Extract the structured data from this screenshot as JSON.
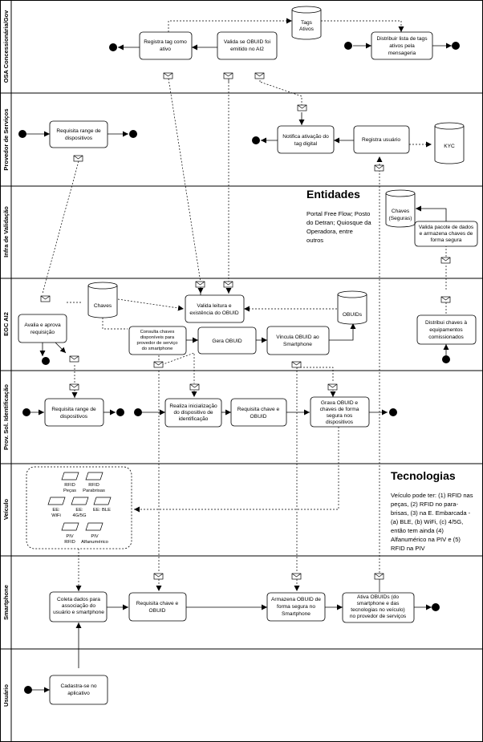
{
  "lanes": [
    {
      "id": "osa",
      "label": "OSA Concessionária/Gov"
    },
    {
      "id": "ps",
      "label": "Provedor de Serviços"
    },
    {
      "id": "iv",
      "label": "Infra de Validação"
    },
    {
      "id": "egc",
      "label": "EGC AI2"
    },
    {
      "id": "psi",
      "label": "Prov. Sol. Identificação"
    },
    {
      "id": "vei",
      "label": "Veículo"
    },
    {
      "id": "sp",
      "label": "Smartphone"
    },
    {
      "id": "us",
      "label": "Usuário"
    }
  ],
  "boxes": {
    "osa_registra": [
      "Registra tag como",
      "ativo"
    ],
    "osa_valida": [
      "Valida se OBUID foi",
      "emitido no AI2"
    ],
    "osa_distribuir": [
      "Distribuir lista de tags",
      "ativos pela",
      "mensageria"
    ],
    "ps_requisita": [
      "Requisita range de",
      "dispositivos"
    ],
    "ps_notifica": [
      "Notifica ativação do",
      "tag digital"
    ],
    "ps_registra": [
      "Registra usuário"
    ],
    "ps_kyc": [
      "KYC"
    ],
    "iv_valida_pacote": [
      "Valida pacote de dados",
      "e armazena chaves de",
      "forma segura"
    ],
    "egc_avalia": [
      "Avalia e aprova",
      "requisição"
    ],
    "egc_valida_leitura": [
      "Valida leitura e",
      "existência do OBUID"
    ],
    "egc_consulta": [
      "Consulta chaves",
      "disponíveis para",
      "provedor de serviço",
      "do smartphone"
    ],
    "egc_gera": [
      "Gera OBUID"
    ],
    "egc_vincula": [
      "Vincula OBUID ao",
      "Smartphone"
    ],
    "egc_distribui": [
      "Distribui chaves à",
      "equipamentos",
      "comissionados"
    ],
    "psi_requisita_range": [
      "Requisita range de",
      "dispositivos"
    ],
    "psi_realiza": [
      "Realiza inicialização",
      "do dispositivo de",
      "identificação"
    ],
    "psi_requisita_chave": [
      "Requisita chave e",
      "OBUID"
    ],
    "psi_grava": [
      "Grava OBUID e",
      "chaves de forma",
      "segura nos",
      "dispositivos"
    ],
    "sp_coleta": [
      "Coleta dados para",
      "associação do",
      "usuário e smartphone"
    ],
    "sp_requisita": [
      "Requisita chave e",
      "OBUID"
    ],
    "sp_armazena": [
      "Armazena OBUID de",
      "forma segura no",
      "Smartphone"
    ],
    "sp_ativa": [
      "Ativa OBUIDs (do",
      "smartphone e das",
      "tecnologias no veículo)",
      "no provedor de serviços"
    ],
    "us_cadastra": [
      "Cadastra-se no",
      "aplicativo"
    ]
  },
  "databases": {
    "tags_ativos": [
      "Tags",
      "Ativos"
    ],
    "chaves_seguras": [
      "Chaves",
      "(Seguras)"
    ],
    "chaves": [
      "Chaves"
    ],
    "obuids": [
      "OBUIDs"
    ]
  },
  "entidades": {
    "title": "Entidades",
    "lines": [
      "Portal Free Flow; Posto",
      "do Detran; Quiosque da",
      "Operadora, entre",
      "outros"
    ]
  },
  "tecnologias": {
    "title": "Tecnologias",
    "lines": [
      "Veículo pode ter: (1) RFID nas",
      "peças, (2) RFID no para-",
      "brisas, (3) na E. Embarcada -",
      "(a) BLE, (b) WiFi, (c) 4/5G,",
      "então tem ainda (4)",
      "Alfanumérico na PIV e (5)",
      "RFID na PIV"
    ]
  },
  "vehicle_items": [
    {
      "id": "rfid_pecas",
      "lines": [
        "RFID",
        "Peças"
      ]
    },
    {
      "id": "rfid_parabrisas",
      "lines": [
        "RFID",
        "Parabrisas"
      ]
    },
    {
      "id": "ee_wifi",
      "lines": [
        "EE:",
        "WiFi"
      ]
    },
    {
      "id": "ee_4g5g",
      "lines": [
        "EE:",
        "4G/5G"
      ]
    },
    {
      "id": "ee_ble",
      "lines": [
        "EE: BLE"
      ]
    },
    {
      "id": "piv_rfid",
      "lines": [
        "PIV",
        "RFID"
      ]
    },
    {
      "id": "piv_alfanumerico",
      "lines": [
        "PIV",
        "Alfanumérico"
      ]
    }
  ]
}
